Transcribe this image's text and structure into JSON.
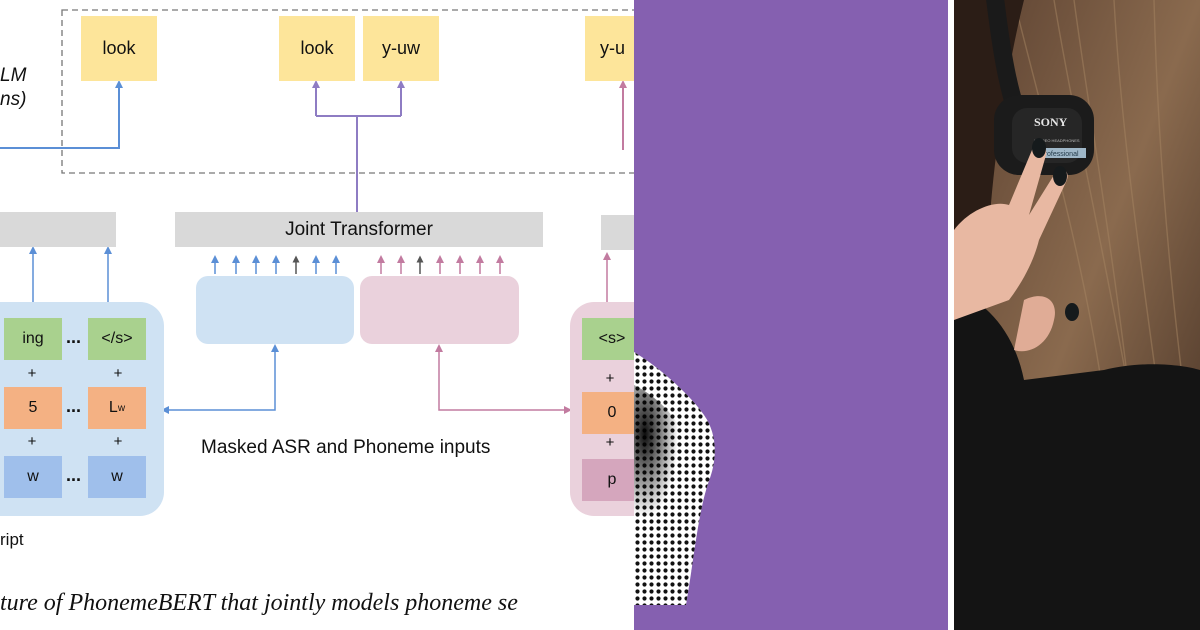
{
  "diagram": {
    "mlm_label_line1": "LM",
    "mlm_label_line2": "ns)",
    "outputs": [
      "look",
      "look",
      "y-uw",
      "y-u"
    ],
    "joint_transformer_label": "Joint Transformer",
    "left_block": {
      "token_row": [
        "ing",
        "</s>"
      ],
      "position_row": [
        "5",
        "L"
      ],
      "position_subscript": "w",
      "segment_row": [
        "w",
        "w"
      ],
      "ellipsis": "...",
      "plus": "+"
    },
    "right_block": {
      "token_row": [
        "<s>"
      ],
      "position_row": [
        "0"
      ],
      "segment_row": [
        "p"
      ]
    },
    "masked_inputs_label": "Masked ASR and Phoneme inputs",
    "transcript_label_fragment": "ript",
    "caption": "ture of PhonemeBERT that jointly models phoneme se"
  },
  "colors": {
    "output_yellow": "#fde59a",
    "transformer_gray": "#d9d9d9",
    "asr_blue": "#9fbfeb",
    "phoneme_pink": "#d5a6bd",
    "token_green": "#a9d18e",
    "position_orange": "#f4b183",
    "background_purple": "#8560b0"
  },
  "photo": {
    "headphone_brand": "SONY",
    "headphone_model": "STEREO HEADPHONES",
    "headphone_series": "Professional"
  }
}
